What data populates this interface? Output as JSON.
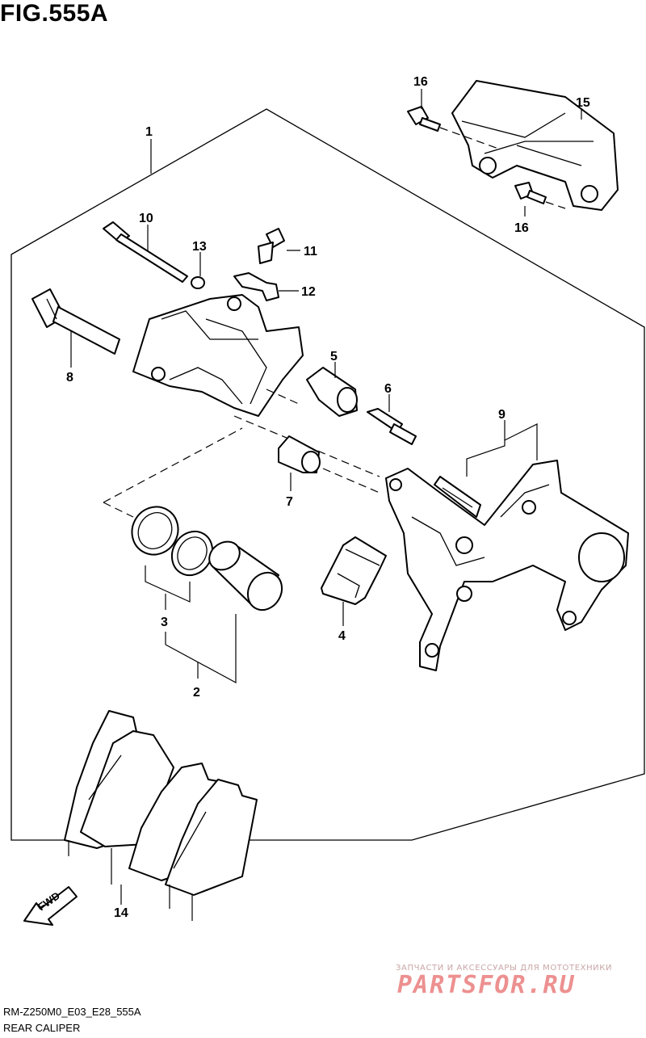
{
  "figure": {
    "title": "FIG.555A",
    "code": "RM-Z250M0_E03_E28_555A",
    "name": "REAR CALIPER"
  },
  "callouts": [
    "1",
    "2",
    "3",
    "4",
    "5",
    "6",
    "7",
    "8",
    "9",
    "10",
    "11",
    "12",
    "13",
    "14",
    "15",
    "16",
    "16"
  ],
  "fwd_label": "FWD",
  "watermark": {
    "tagline": "ЗАПЧАСТИ И АКСЕССУАРЫ ДЛЯ МОТОТЕХНИКИ",
    "brand": "PARTSFOR.RU",
    "color": "#e86b6b"
  }
}
